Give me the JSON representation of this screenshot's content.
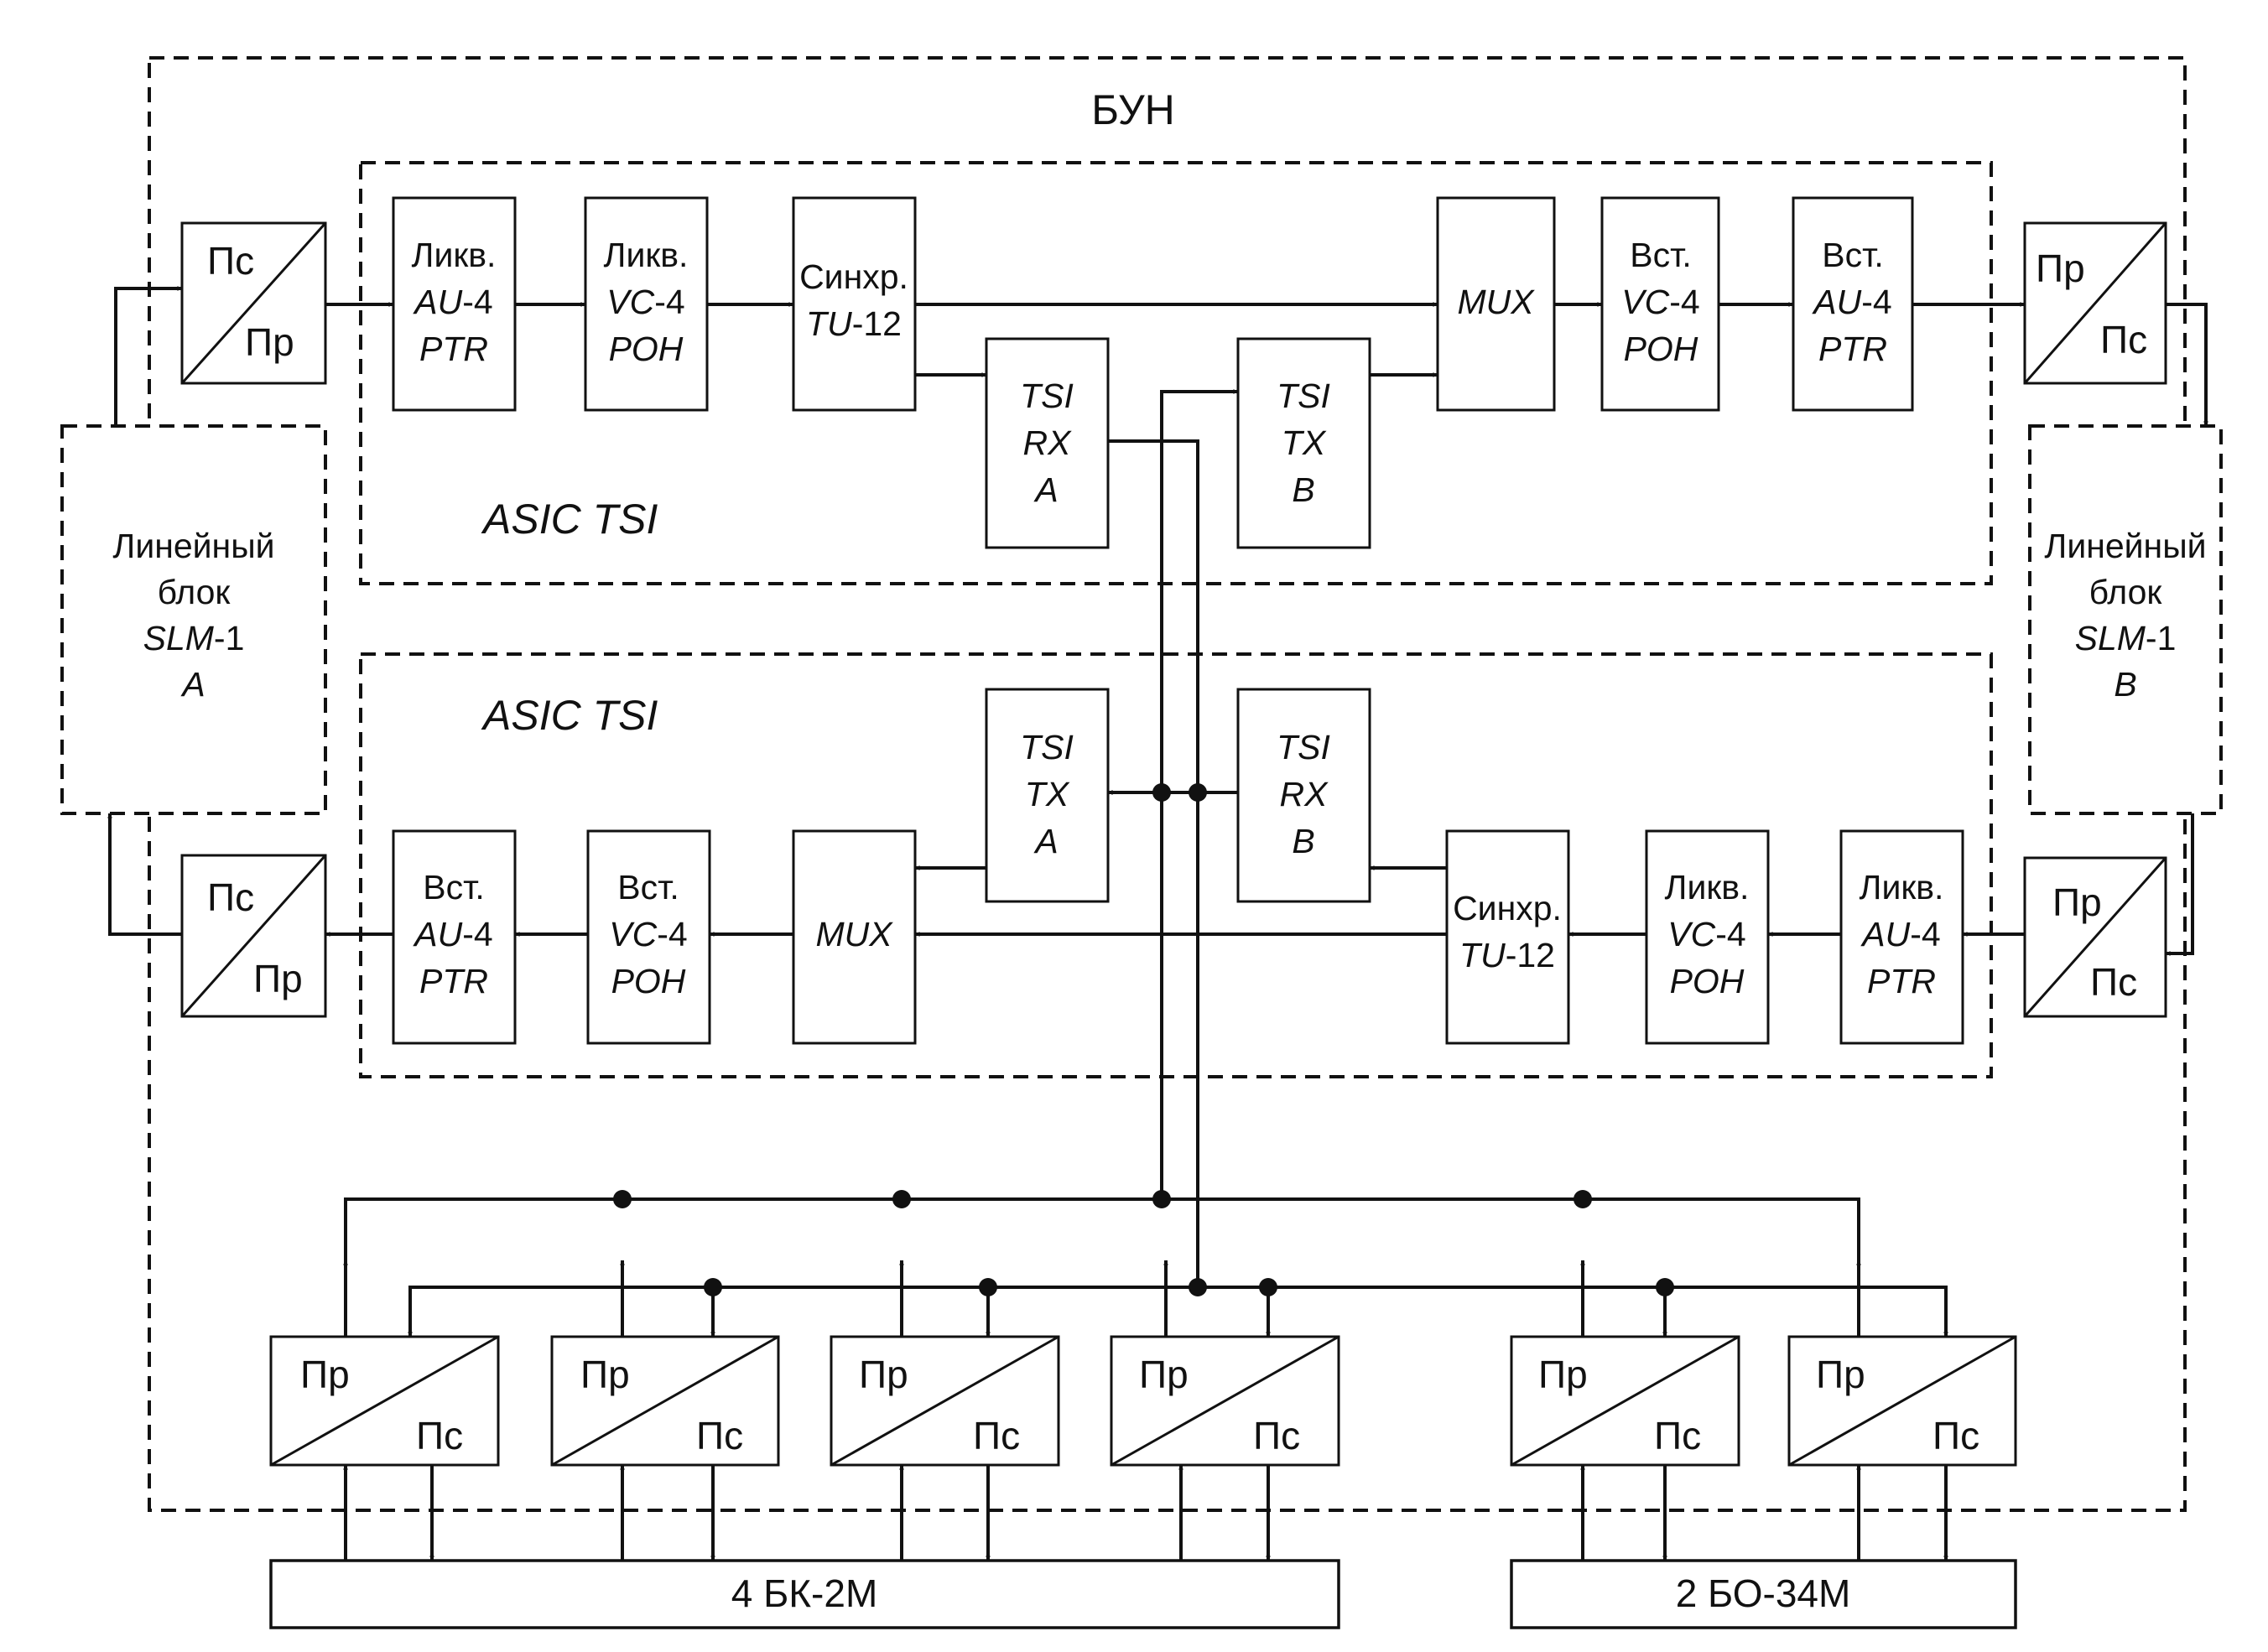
{
  "title": "БУН",
  "asic_top_label": "ASIC TSI",
  "asic_bottom_label": "ASIC TSI",
  "converter_labels": {
    "send": "Пс",
    "receive": "Пр"
  },
  "line_block_a": {
    "l1": "Линейный",
    "l2": "блок",
    "l3a": "SLM",
    "l3b": "-1",
    "l4": "A"
  },
  "line_block_b": {
    "l1": "Линейный",
    "l2": "блок",
    "l3a": "SLM",
    "l3b": "-1",
    "l4": "B"
  },
  "top_chain": {
    "liq_au4": {
      "l1": "Ликв.",
      "l2a": "AU",
      "l2b": "-4",
      "l3": "PTR"
    },
    "liq_vc4": {
      "l1": "Ликв.",
      "l2a": "VC",
      "l2b": "-4",
      "l3": "POH"
    },
    "sync_tu12": {
      "l1": "Синхр.",
      "l2a": "TU",
      "l2b": "-12"
    },
    "tsi_rx_a": {
      "l1": "TSI",
      "l2": "RX",
      "l3": "A"
    },
    "tsi_tx_b": {
      "l1": "TSI",
      "l2": "TX",
      "l3": "B"
    },
    "mux": "MUX",
    "ins_vc4": {
      "l1": "Вст.",
      "l2a": "VC",
      "l2b": "-4",
      "l3": "POH"
    },
    "ins_au4": {
      "l1": "Вст.",
      "l2a": "AU",
      "l2b": "-4",
      "l3": "PTR"
    }
  },
  "bottom_chain": {
    "ins_au4": {
      "l1": "Вст.",
      "l2a": "AU",
      "l2b": "-4",
      "l3": "PTR"
    },
    "ins_vc4": {
      "l1": "Вст.",
      "l2a": "VC",
      "l2b": "-4",
      "l3": "POH"
    },
    "mux": "MUX",
    "tsi_tx_a": {
      "l1": "TSI",
      "l2": "TX",
      "l3": "A"
    },
    "tsi_rx_b": {
      "l1": "TSI",
      "l2": "RX",
      "l3": "B"
    },
    "sync_tu12": {
      "l1": "Синхр.",
      "l2a": "TU",
      "l2b": "-12"
    },
    "liq_vc4": {
      "l1": "Ликв.",
      "l2a": "VC",
      "l2b": "-4",
      "l3": "POH"
    },
    "liq_au4": {
      "l1": "Ликв.",
      "l2a": "AU",
      "l2b": "-4",
      "l3": "PTR"
    }
  },
  "external": {
    "bk2m": "4 БК-2М",
    "bo34m": "2 БО-34М"
  }
}
